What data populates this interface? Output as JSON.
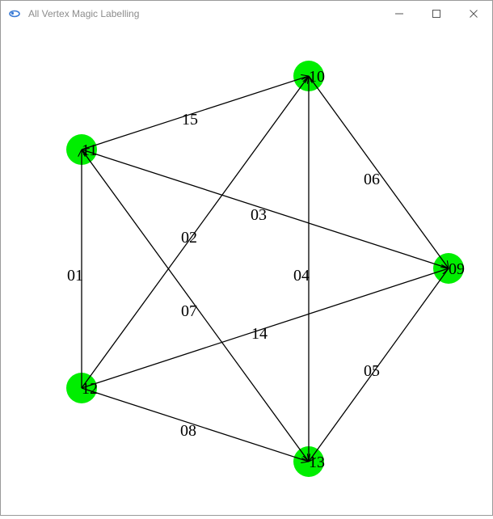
{
  "window": {
    "title": "All Vertex Magic Labelling",
    "icon": "app-swirl-icon",
    "controls": [
      "minimize-icon",
      "maximize-icon",
      "close-icon"
    ]
  },
  "graph": {
    "vertex_color": "#00ee00",
    "edge_color": "#000000",
    "vertices": [
      {
        "id": "10",
        "label": "10"
      },
      {
        "id": "11",
        "label": "11"
      },
      {
        "id": "09",
        "label": "09"
      },
      {
        "id": "12",
        "label": "12"
      },
      {
        "id": "13",
        "label": "13"
      }
    ],
    "edges": [
      {
        "from": "11",
        "to": "10",
        "label": "15"
      },
      {
        "from": "12",
        "to": "10",
        "label": "02"
      },
      {
        "from": "13",
        "to": "10",
        "label": "04"
      },
      {
        "from": "10",
        "to": "09",
        "label": "06"
      },
      {
        "from": "09",
        "to": "11",
        "label": "03"
      },
      {
        "from": "12",
        "to": "11",
        "label": "01"
      },
      {
        "from": "11",
        "to": "13",
        "label": "07"
      },
      {
        "from": "12",
        "to": "09",
        "label": "14"
      },
      {
        "from": "09",
        "to": "13",
        "label": "05"
      },
      {
        "from": "12",
        "to": "13",
        "label": "08"
      }
    ]
  }
}
